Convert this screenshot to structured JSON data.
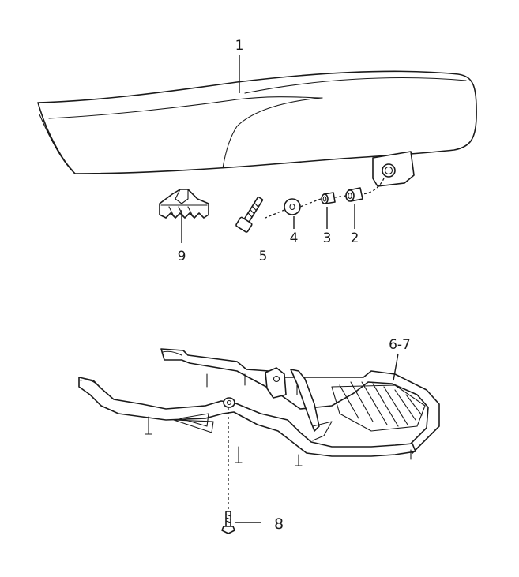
{
  "callouts": {
    "seat": "1",
    "collar_2": "2",
    "spacer_3": "3",
    "washer_4": "4",
    "bolt_5": "5",
    "rear_frame": "6-7",
    "bolt_8": "8",
    "clip_9": "9"
  },
  "colors": {
    "line": "#1a1a1a",
    "background": "#ffffff"
  }
}
